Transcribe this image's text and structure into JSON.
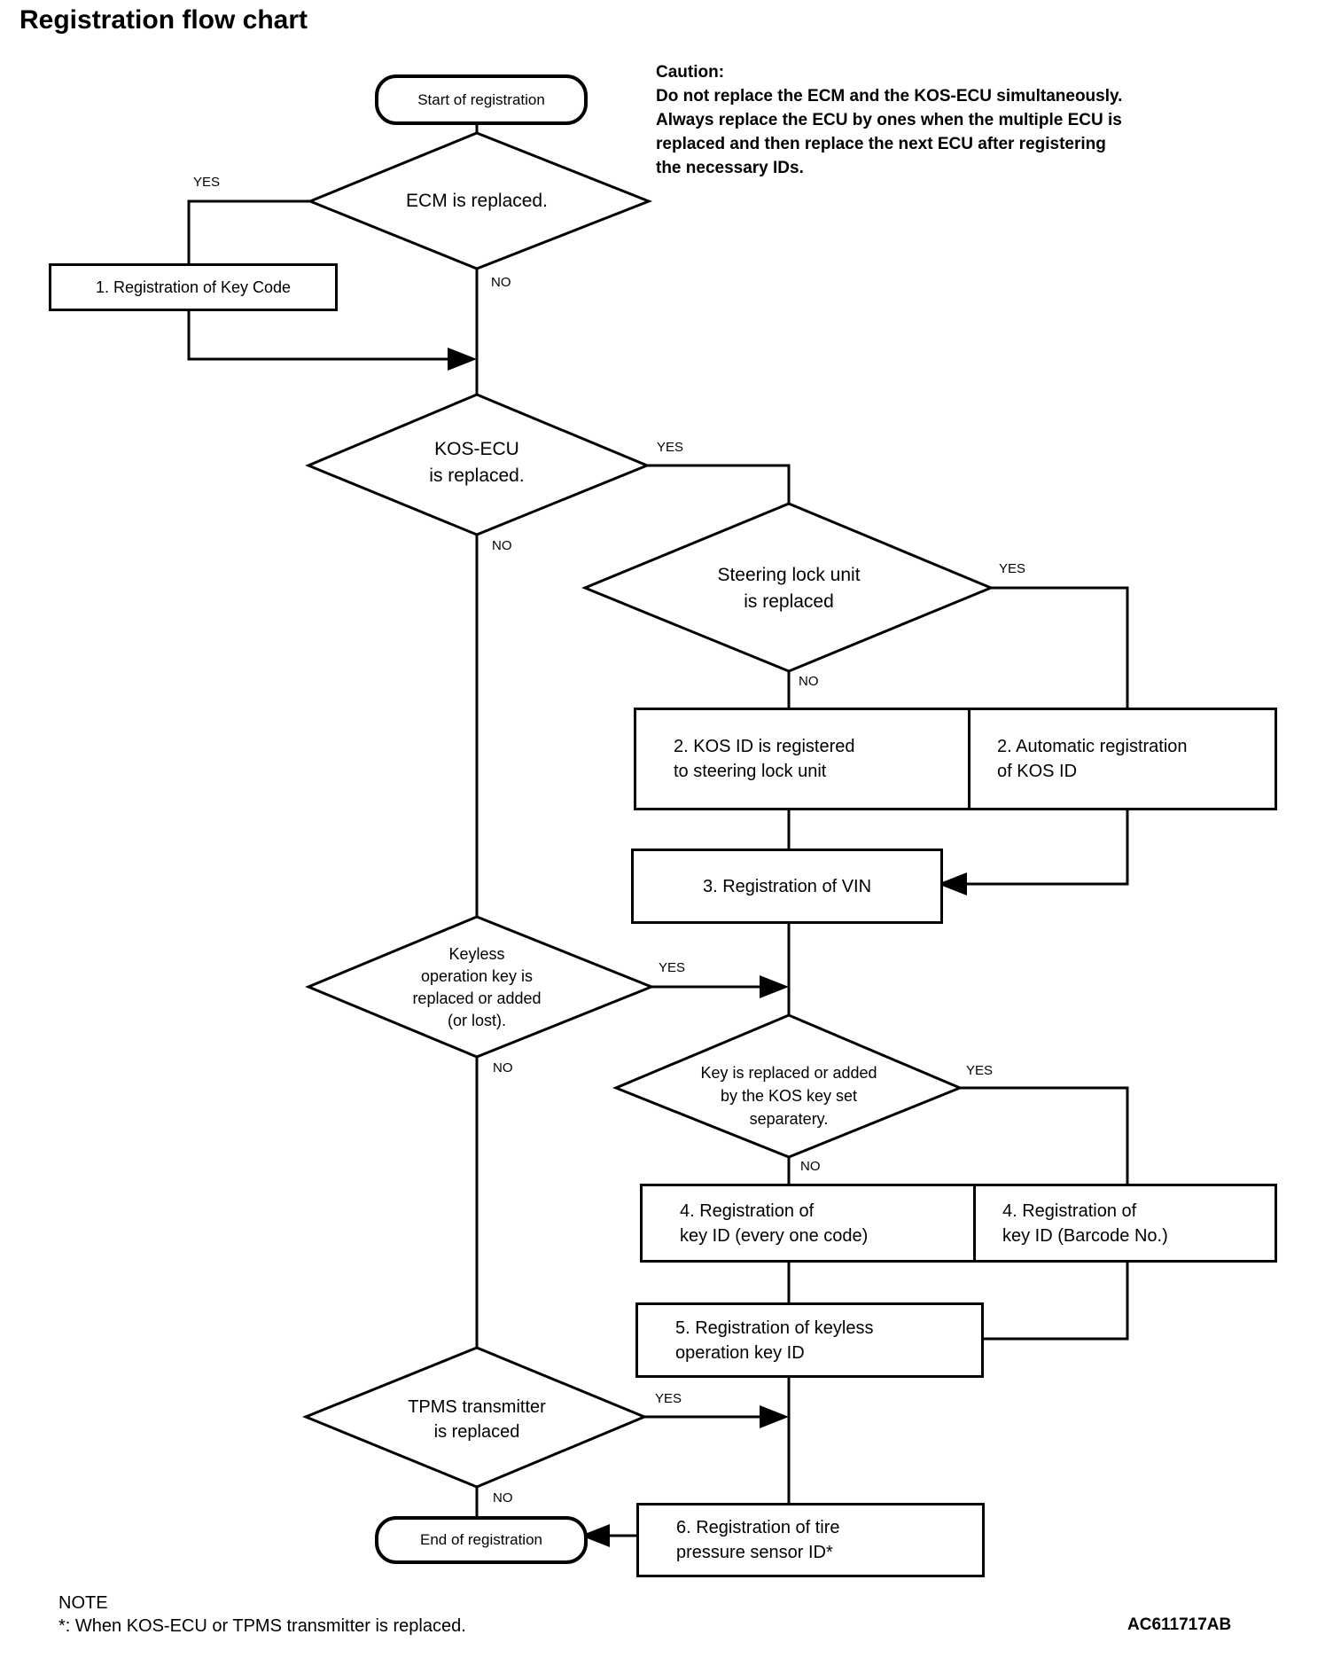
{
  "title": "Registration flow chart",
  "caution": {
    "heading": "Caution:",
    "line1": "Do not replace the ECM and the KOS-ECU simultaneously.",
    "line2": "Always replace the ECU by ones when the multiple ECU is",
    "line3": "replaced and then replace the next ECU after registering",
    "line4": "the necessary IDs."
  },
  "terminals": {
    "start": "Start of registration",
    "end": "End of registration"
  },
  "decisions": {
    "ecm": {
      "line1": "ECM is replaced."
    },
    "kos": {
      "line1": "KOS-ECU",
      "line2": "is replaced."
    },
    "steering": {
      "line1": "Steering lock unit",
      "line2": "is replaced"
    },
    "keyless": {
      "line1": "Keyless",
      "line2": "operation key is",
      "line3": "replaced or added",
      "line4": "(or lost)."
    },
    "key": {
      "line1": "Key is replaced or added",
      "line2": "by the KOS key set",
      "line3": "separatery."
    },
    "tpms": {
      "line1": "TPMS transmitter",
      "line2": "is replaced"
    }
  },
  "processes": {
    "p1": {
      "line1": "1. Registration of Key Code"
    },
    "p2a": {
      "line1": "2. KOS ID is registered",
      "line2": "to steering lock unit"
    },
    "p2b": {
      "line1": "2. Automatic registration",
      "line2": "of KOS ID"
    },
    "p3": {
      "line1": "3. Registration of VIN"
    },
    "p4a": {
      "line1": "4. Registration of",
      "line2": "key ID (every one code)"
    },
    "p4b": {
      "line1": "4. Registration of",
      "line2": "key ID (Barcode No.)"
    },
    "p5": {
      "line1": "5. Registration of keyless",
      "line2": "operation key ID"
    },
    "p6": {
      "line1": "6. Registration of tire",
      "line2": "pressure sensor ID*"
    }
  },
  "labels": {
    "yes": "YES",
    "no": "NO"
  },
  "note": {
    "heading": "NOTE",
    "text": "*: When KOS-ECU or TPMS transmitter is replaced."
  },
  "figure_code": "AC611717AB",
  "colors": {
    "line": "#000000",
    "background": "#ffffff",
    "text": "#000000"
  }
}
